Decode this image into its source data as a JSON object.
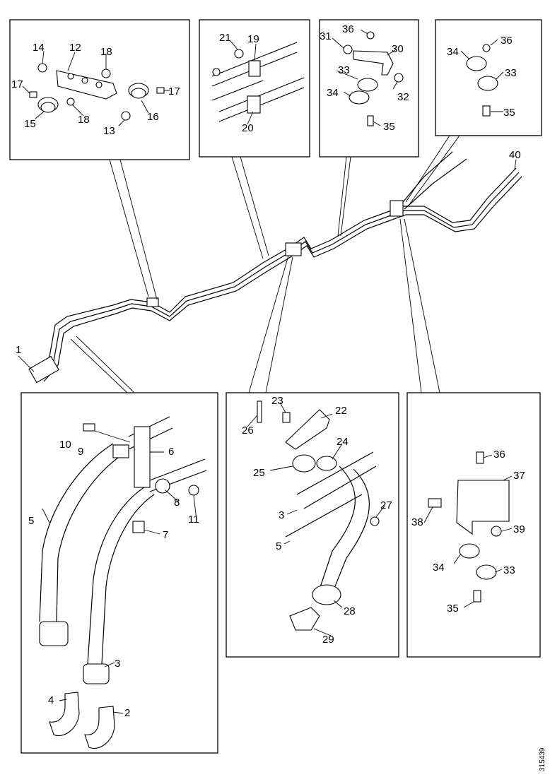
{
  "document_number": "315439",
  "callouts": {
    "c1": "1",
    "c2": "2",
    "c3": "3",
    "c4": "4",
    "c5": "5",
    "c6": "6",
    "c7": "7",
    "c8": "8",
    "c9": "9",
    "c10": "10",
    "c11": "11",
    "c12": "12",
    "c13": "13",
    "c14": "14",
    "c15": "15",
    "c16": "16",
    "c17": "17",
    "c18": "18",
    "c19": "19",
    "c20": "20",
    "c21": "21",
    "c22": "22",
    "c23": "23",
    "c24": "24",
    "c25": "25",
    "c26": "26",
    "c27": "27",
    "c28": "28",
    "c29": "29",
    "c30": "30",
    "c31": "31",
    "c32": "32",
    "c33": "33",
    "c34": "34",
    "c35": "35",
    "c36": "36",
    "c37": "37",
    "c38": "38",
    "c39": "39",
    "c40": "40"
  }
}
